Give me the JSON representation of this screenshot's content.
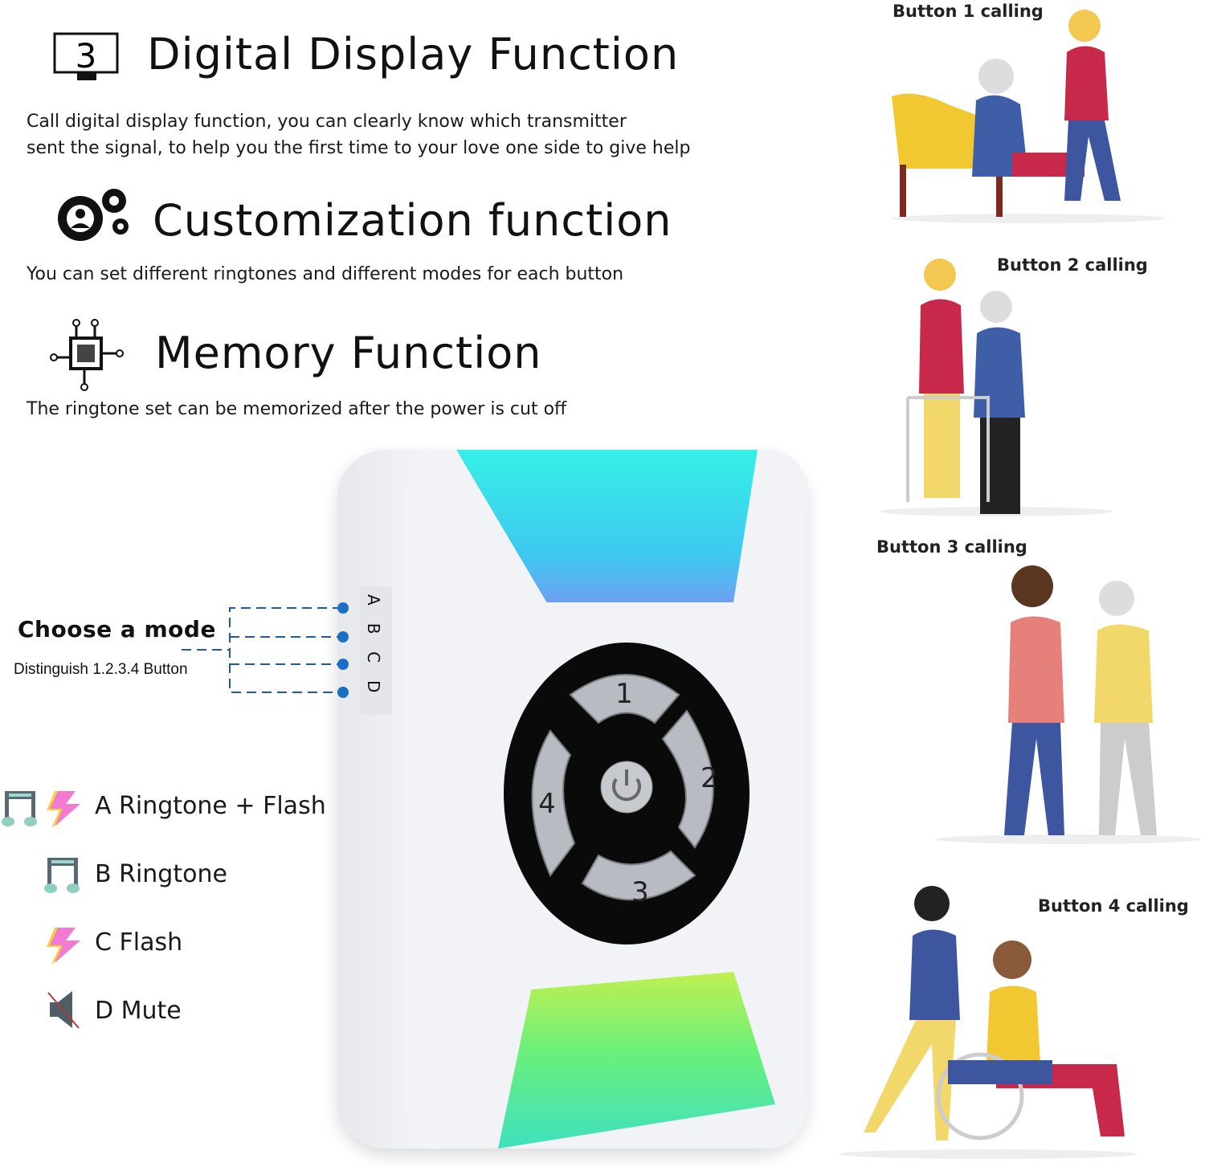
{
  "features": [
    {
      "title": "Digital Display Function",
      "icon": "digital-display-icon",
      "lines": [
        "Call digital display function, you can clearly know which transmitter",
        "sent the signal, to help you the first time to your love one side to give help"
      ]
    },
    {
      "title": "Customization function",
      "icon": "gears-person-icon",
      "lines": [
        "You can set different ringtones and different modes for each button"
      ]
    },
    {
      "title": "Memory Function",
      "icon": "memory-chip-icon",
      "lines": [
        "The ringtone set can be memorized after the power is cut off"
      ]
    }
  ],
  "display_digit": "3",
  "mode_selector": {
    "title": "Choose a mode",
    "subtitle": "Distinguish 1.2.3.4 Button",
    "switch_letters": [
      "A",
      "B",
      "C",
      "D"
    ]
  },
  "modes": [
    {
      "label": "A Ringtone + Flash",
      "icons": [
        "music-note-icon",
        "lightning-icon"
      ]
    },
    {
      "label": "B Ringtone",
      "icons": [
        "music-note-icon"
      ]
    },
    {
      "label": "C Flash",
      "icons": [
        "lightning-icon"
      ]
    },
    {
      "label": "D Mute",
      "icons": [
        "mute-speaker-icon"
      ]
    }
  ],
  "device_buttons": [
    "1",
    "2",
    "3",
    "4"
  ],
  "captions": [
    "Button 1 calling",
    "Button 2 calling",
    "Button 3 calling",
    "Button 4 calling"
  ],
  "colors": {
    "accent_blue": "#1a6fc4",
    "line_blue": "#1f5d8c",
    "glow_top": "#3de8e0",
    "glow_bottom": "#7ef07a"
  }
}
